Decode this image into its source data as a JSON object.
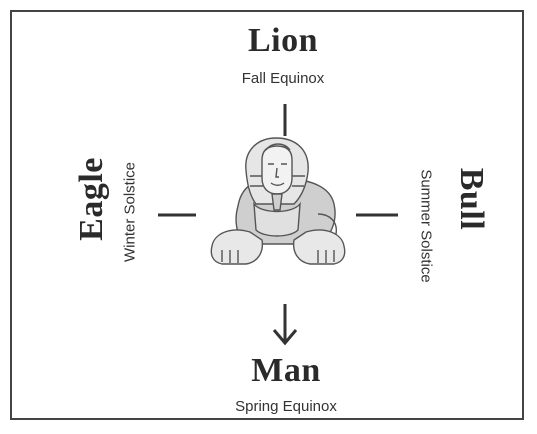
{
  "points": {
    "top": {
      "name": "Lion",
      "season": "Fall Equinox"
    },
    "bottom": {
      "name": "Man",
      "season": "Spring Equinox"
    },
    "left": {
      "name": "Eagle",
      "season": "Winter Solstice"
    },
    "right": {
      "name": "Bull",
      "season": "Summer Solstice"
    }
  },
  "center_image": "sphinx-figure",
  "colors": {
    "text": "#2a2a2a",
    "lines": "#333333",
    "frame": "#444444"
  }
}
